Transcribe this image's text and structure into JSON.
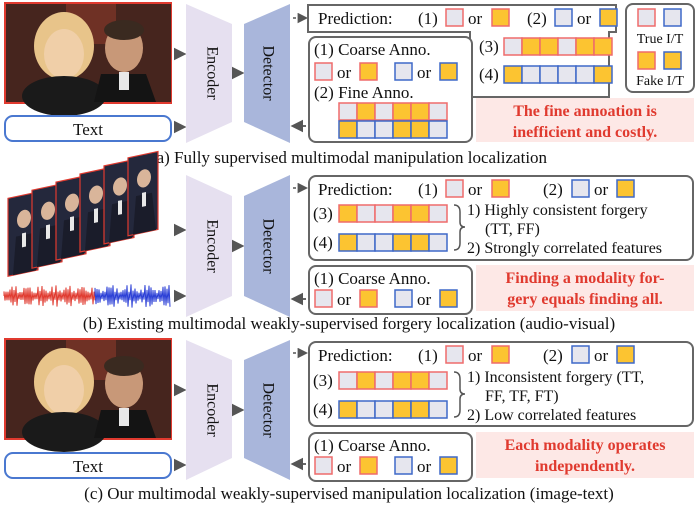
{
  "colors": {
    "encoder_fill": "#e6e0f0",
    "detector_fill": "#a9b6db",
    "true_cell": "#e6e6ee",
    "fake_cell": "#fcc431",
    "red_border": "#ef6b6b",
    "blue_border": "#3f68c8",
    "highlight_bg": "#fde8e6",
    "highlight_text": "#e03a2f",
    "text_box_border": "#4a78d0"
  },
  "icons": [
    "photo-of-couple",
    "video-frames-stack",
    "audio-waveform",
    "right-arrow-icon",
    "left-arrow-icon",
    "dashed-arrow-icon"
  ],
  "panel_a": {
    "encoder": "Encoder",
    "detector": "Detector",
    "text_input": "Text",
    "prediction": "Prediction:",
    "n1": "(1)",
    "n2": "(2)",
    "or": "or",
    "coarse": "(1) Coarse Anno.",
    "fine": "(2) Fine Anno.",
    "r3": "(3)",
    "r4": "(4)",
    "legend_true": "True I/T",
    "legend_fake": "Fake I/T",
    "note_line1": "The fine annoation is",
    "note_line2": "inefficient and costly.",
    "caption": "(a) Fully supervised multimodal manipulation localization"
  },
  "panel_b": {
    "encoder": "Encoder",
    "detector": "Detector",
    "prediction": "Prediction:",
    "n1": "(1)",
    "n2": "(2)",
    "or": "or",
    "r3": "(3)",
    "r4": "(4)",
    "pt1": "1) Highly consistent forgery",
    "pt1b": "(TT, FF)",
    "pt2": "2) Strongly correlated features",
    "coarse": "(1) Coarse Anno.",
    "note_line1": "Finding a modality for-",
    "note_line2": "gery equals finding all.",
    "caption": "(b) Existing multimodal weakly-supervised forgery localization (audio-visual)"
  },
  "panel_c": {
    "encoder": "Encoder",
    "detector": "Detector",
    "text_input": "Text",
    "prediction": "Prediction:",
    "n1": "(1)",
    "n2": "(2)",
    "or": "or",
    "r3": "(3)",
    "r4": "(4)",
    "pt1": "1) Inconsistent forgery (TT,",
    "pt1b": "FF, TF, FT)",
    "pt2": "2) Low correlated features",
    "coarse": "(1) Coarse Anno.",
    "note_line1": "Each modality operates",
    "note_line2": "independently.",
    "caption": "(c) Our multimodal weakly-supervised manipulation localization (image-text)"
  }
}
